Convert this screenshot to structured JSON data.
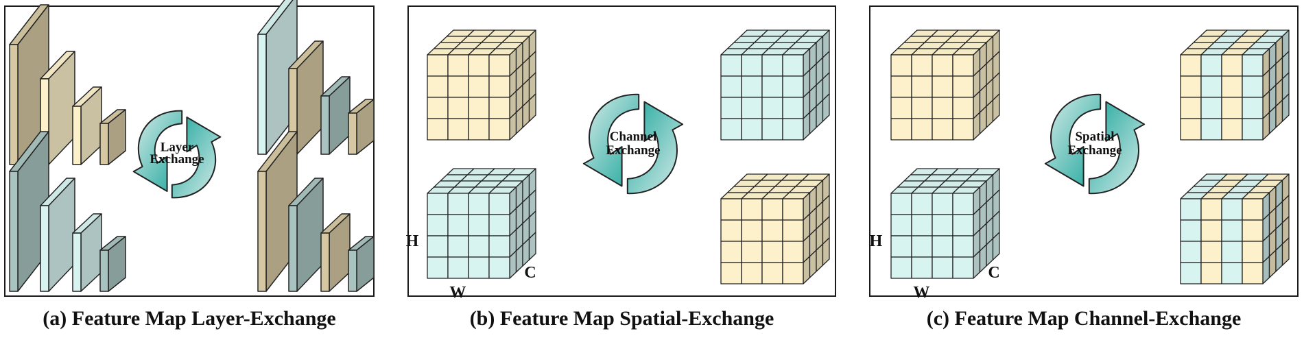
{
  "colors": {
    "cream": "#fdf1cc",
    "tan": "#d6c8a2",
    "mint": "#d8f4f1",
    "sage": "#a9c4c0",
    "arrow_light": "#d9ecea",
    "arrow_dark": "#1ea79c"
  },
  "panels": [
    {
      "caption": "(a) Feature Map Layer-Exchange",
      "arrow_label": [
        "Layer",
        "Exchange"
      ]
    },
    {
      "caption": "(b) Feature Map Spatial-Exchange",
      "arrow_label": [
        "Channel",
        "Exchange"
      ],
      "axis_labels": {
        "h": "H",
        "w": "W",
        "c": "C"
      }
    },
    {
      "caption": "(c) Feature Map Channel-Exchange",
      "arrow_label": [
        "Spatial",
        "Exchange"
      ],
      "axis_labels": {
        "h": "H",
        "w": "W",
        "c": "C"
      }
    }
  ]
}
